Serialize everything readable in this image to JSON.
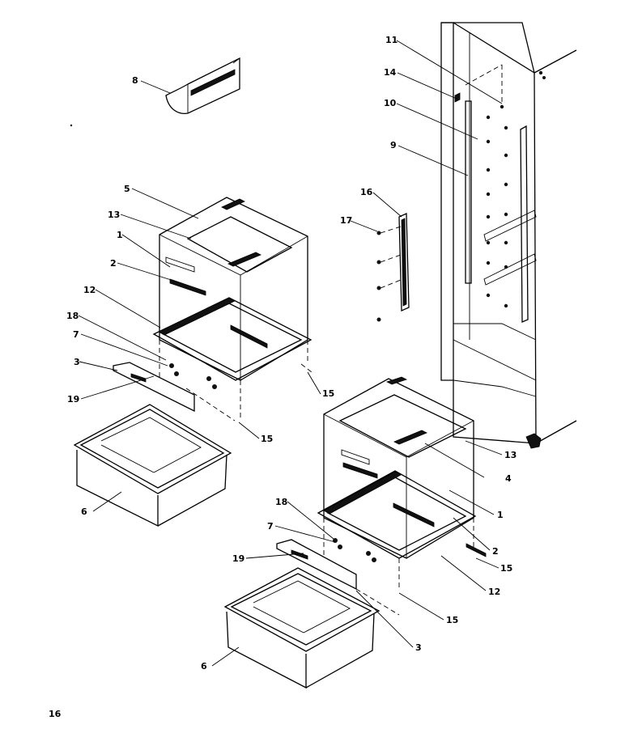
{
  "page_number": "16",
  "callouts": {
    "c1_upper": "1",
    "c2_upper": "2",
    "c3_upper": "3",
    "c5": "5",
    "c6_upper": "6",
    "c7_upper": "7",
    "c8": "8",
    "c9": "9",
    "c10": "10",
    "c11": "11",
    "c12_upper": "12",
    "c13_upper": "13",
    "c14": "14",
    "c15_upper_a": "15",
    "c15_upper_b": "15",
    "c16": "16",
    "c17": "17",
    "c18_upper": "18",
    "c19_upper": "19",
    "c13_lower": "13",
    "c4": "4",
    "c1_lower": "1",
    "c2_lower": "2",
    "c15_lower_a": "15",
    "c12_lower": "12",
    "c15_lower_b": "15",
    "c3_lower": "3",
    "c18_lower": "18",
    "c7_lower": "7",
    "c19_lower": "19",
    "c6_lower": "6"
  }
}
